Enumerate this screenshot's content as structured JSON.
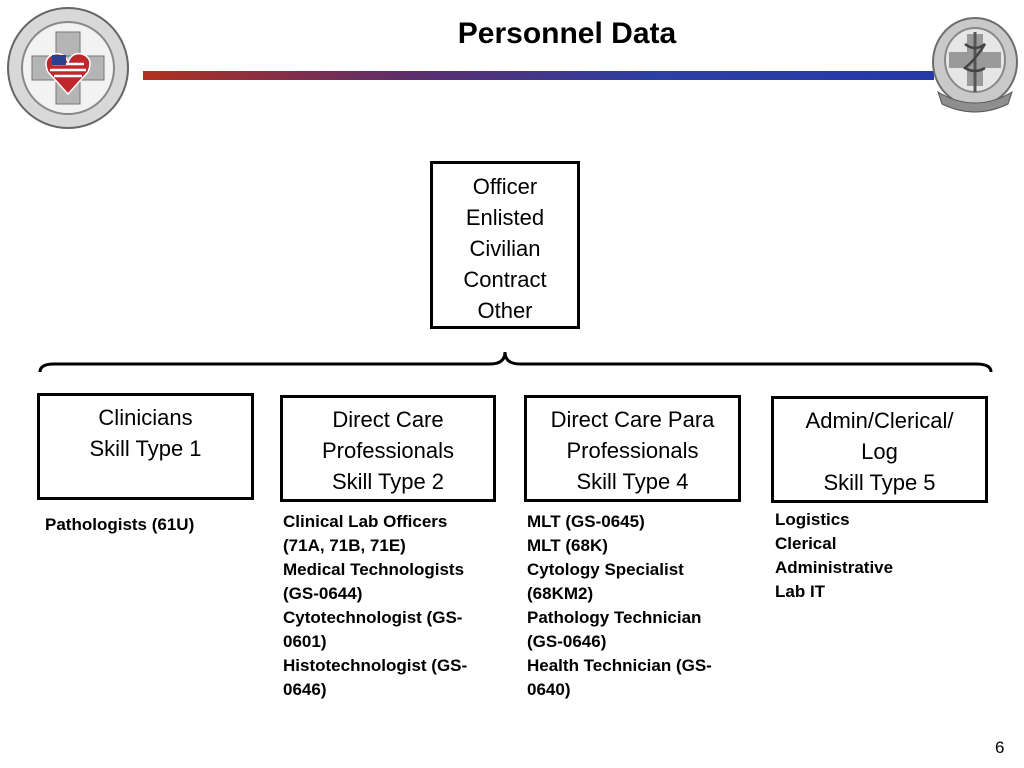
{
  "slide": {
    "title": "Personnel Data",
    "page_number": "6"
  },
  "logos": {
    "left": "conference-seal",
    "right": "military-medical-crest"
  },
  "top_box": {
    "lines": [
      "Officer",
      "Enlisted",
      "Civilian",
      "Contract",
      "Other"
    ]
  },
  "categories": [
    {
      "lines": [
        "Clinicians",
        "Skill Type 1"
      ],
      "details": [
        "Pathologists (61U)"
      ]
    },
    {
      "lines": [
        "Direct Care",
        "Professionals",
        "Skill Type 2"
      ],
      "details": [
        "Clinical Lab Officers",
        "(71A, 71B, 71E)",
        "Medical Technologists",
        "(GS-0644)",
        "Cytotechnologist (GS-",
        "0601)",
        "Histotechnologist (GS-",
        "0646)"
      ]
    },
    {
      "lines": [
        "Direct Care Para",
        "Professionals",
        "Skill Type 4"
      ],
      "details": [
        "MLT (GS-0645)",
        "MLT (68K)",
        "Cytology Specialist",
        "(68KM2)",
        "Pathology Technician",
        "(GS-0646)",
        "Health Technician (GS-",
        "0640)"
      ]
    },
    {
      "lines": [
        "Admin/Clerical/",
        "Log",
        "Skill Type 5"
      ],
      "details": [
        "Logistics",
        "Clerical",
        "Administrative",
        "Lab IT"
      ]
    }
  ]
}
